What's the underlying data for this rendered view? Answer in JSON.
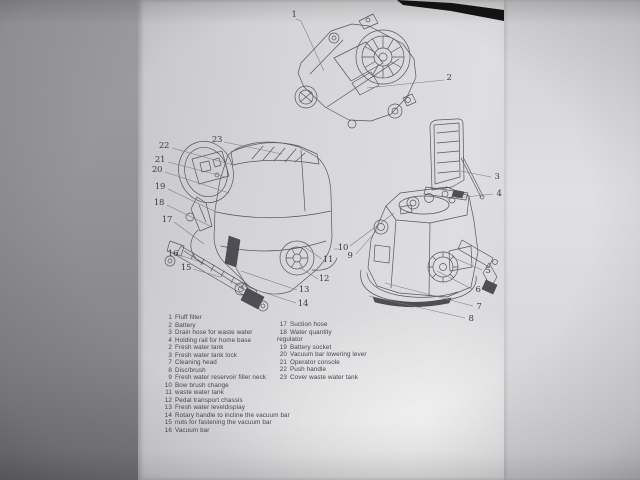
{
  "colors": {
    "paper": "#d8d8da",
    "backdrop_left": "#8e8e91",
    "right_surface": "#dcdcde",
    "dark_band": "#141414",
    "ink": "#45454c"
  },
  "callouts": [
    "1",
    "2",
    "23",
    "22",
    "21",
    "20",
    "19",
    "18",
    "17",
    "16",
    "15",
    "14",
    "13",
    "12",
    "11",
    "10",
    "9",
    "3",
    "4",
    "5",
    "6",
    "7",
    "8"
  ],
  "parts_list": {
    "left": [
      {
        "num": "1",
        "label": "Fluff filter"
      },
      {
        "num": "2",
        "label": "Battery"
      },
      {
        "num": "3",
        "label": "Drain hose for waste water"
      },
      {
        "num": "4",
        "label": "Holding rail for home base"
      },
      {
        "num": "2",
        "label": "Fresh water tank"
      },
      {
        "num": "3",
        "label": "Fresh water tank lock"
      },
      {
        "num": "7",
        "label": "Cleaning head"
      },
      {
        "num": "8",
        "label": "Disc/brush"
      },
      {
        "num": "9",
        "label": "Fresh water reservoir filler neck"
      },
      {
        "num": "10",
        "label": "Bow brush change"
      },
      {
        "num": "11",
        "label": "waste water tank"
      },
      {
        "num": "12",
        "label": "Pedal transport chassis"
      },
      {
        "num": "13",
        "label": "Fresh water leveldisplay"
      },
      {
        "num": "14",
        "label": "Rotary handle to incline the vacuum bar"
      },
      {
        "num": "15",
        "label": "nuts for fastening the vacuum bar"
      },
      {
        "num": "16",
        "label": "Vacuum bar"
      }
    ],
    "right": [
      {
        "num": "17",
        "label": "Suction hose"
      },
      {
        "num": "18",
        "label": "Water quantity"
      },
      {
        "num": "",
        "label": "regulator"
      },
      {
        "num": "19",
        "label": "Battery socket"
      },
      {
        "num": "20",
        "label": "Vacuum bar lowering lever"
      },
      {
        "num": "21",
        "label": "Operator console"
      },
      {
        "num": "22",
        "label": "Push handle"
      },
      {
        "num": "23",
        "label": "Cover waste water tank"
      }
    ]
  }
}
